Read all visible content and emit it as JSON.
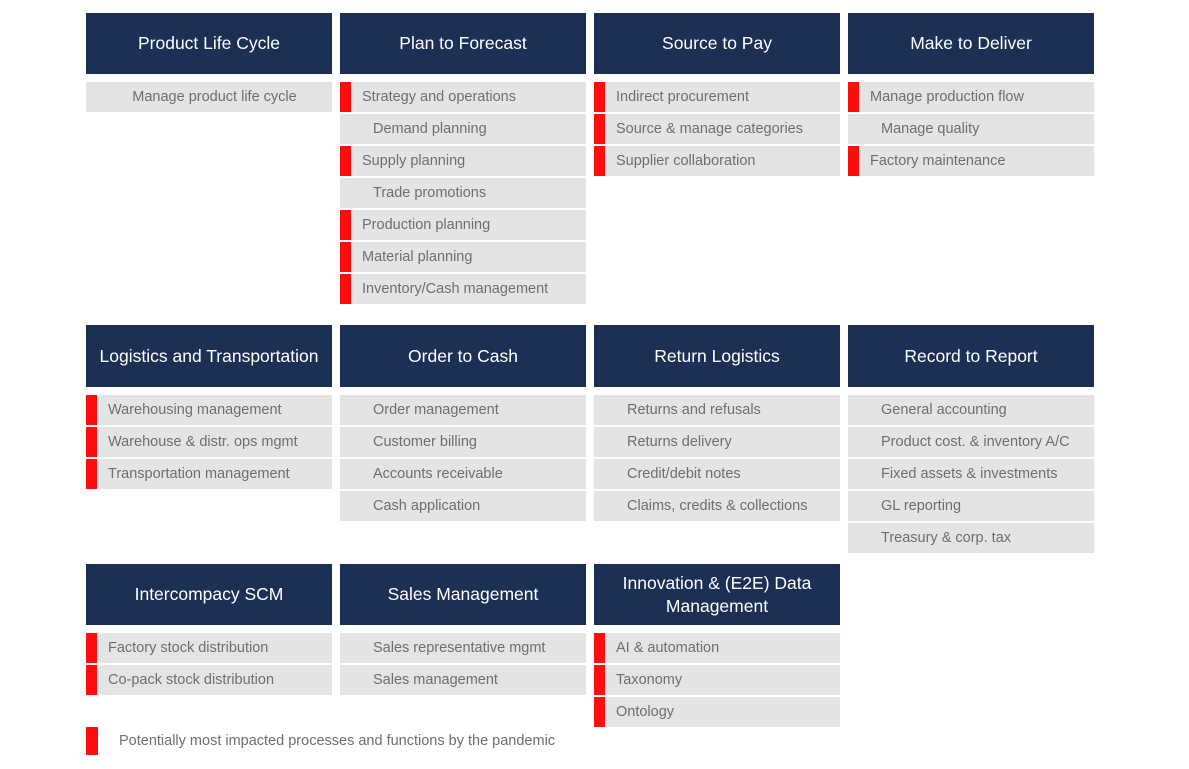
{
  "colors": {
    "header_navy": "#1c3056",
    "item_gray": "#e4e4e4",
    "flag_red": "#fd0d0d",
    "item_text": "#6d6e70",
    "header_text": "#ffffff",
    "background": "#ffffff"
  },
  "legend": {
    "swatch_color": "#fd0d0d",
    "text": "Potentially most impacted processes and functions by the pandemic"
  },
  "bands": [
    {
      "groups": [
        {
          "title": "Product Life Cycle",
          "centered": true,
          "items": [
            {
              "label": "Manage product life cycle",
              "flagged": false
            }
          ]
        },
        {
          "title": "Plan to Forecast",
          "centered": false,
          "items": [
            {
              "label": "Strategy and operations",
              "flagged": true
            },
            {
              "label": "Demand planning",
              "flagged": false
            },
            {
              "label": "Supply planning",
              "flagged": true
            },
            {
              "label": "Trade promotions",
              "flagged": false
            },
            {
              "label": "Production planning",
              "flagged": true
            },
            {
              "label": "Material planning",
              "flagged": true
            },
            {
              "label": "Inventory/Cash management",
              "flagged": true
            }
          ]
        },
        {
          "title": "Source to Pay",
          "centered": false,
          "items": [
            {
              "label": "Indirect procurement",
              "flagged": true
            },
            {
              "label": "Source & manage categories",
              "flagged": true
            },
            {
              "label": "Supplier collaboration",
              "flagged": true
            }
          ]
        },
        {
          "title": "Make to Deliver",
          "centered": false,
          "items": [
            {
              "label": "Manage production flow",
              "flagged": true
            },
            {
              "label": "Manage quality",
              "flagged": false
            },
            {
              "label": "Factory maintenance",
              "flagged": true
            }
          ]
        }
      ]
    },
    {
      "groups": [
        {
          "title": "Logistics and Transportation",
          "centered": false,
          "items": [
            {
              "label": "Warehousing management",
              "flagged": true
            },
            {
              "label": "Warehouse & distr. ops mgmt",
              "flagged": true
            },
            {
              "label": "Transportation management",
              "flagged": true
            }
          ]
        },
        {
          "title": "Order to Cash",
          "centered": false,
          "items": [
            {
              "label": "Order management",
              "flagged": false
            },
            {
              "label": "Customer billing",
              "flagged": false
            },
            {
              "label": "Accounts receivable",
              "flagged": false
            },
            {
              "label": "Cash application",
              "flagged": false
            }
          ]
        },
        {
          "title": "Return Logistics",
          "centered": false,
          "items": [
            {
              "label": "Returns and refusals",
              "flagged": false
            },
            {
              "label": "Returns delivery",
              "flagged": false
            },
            {
              "label": "Credit/debit notes",
              "flagged": false
            },
            {
              "label": "Claims, credits & collections",
              "flagged": false
            }
          ]
        },
        {
          "title": "Record to Report",
          "centered": false,
          "items": [
            {
              "label": "General accounting",
              "flagged": false
            },
            {
              "label": "Product cost. & inventory A/C",
              "flagged": false
            },
            {
              "label": "Fixed assets & investments",
              "flagged": false
            },
            {
              "label": "GL reporting",
              "flagged": false
            },
            {
              "label": "Treasury & corp. tax",
              "flagged": false
            }
          ]
        }
      ]
    },
    {
      "groups": [
        {
          "title": "Intercompacy SCM",
          "centered": false,
          "items": [
            {
              "label": "Factory stock distribution",
              "flagged": true
            },
            {
              "label": "Co-pack stock distribution",
              "flagged": true
            }
          ]
        },
        {
          "title": "Sales Management",
          "centered": false,
          "items": [
            {
              "label": "Sales representative mgmt",
              "flagged": false
            },
            {
              "label": "Sales management",
              "flagged": false
            }
          ]
        },
        {
          "title": "Innovation & (E2E) Data Management",
          "centered": false,
          "items": [
            {
              "label": "AI & automation",
              "flagged": true
            },
            {
              "label": "Taxonomy",
              "flagged": true
            },
            {
              "label": "Ontology",
              "flagged": true
            }
          ]
        }
      ]
    }
  ]
}
